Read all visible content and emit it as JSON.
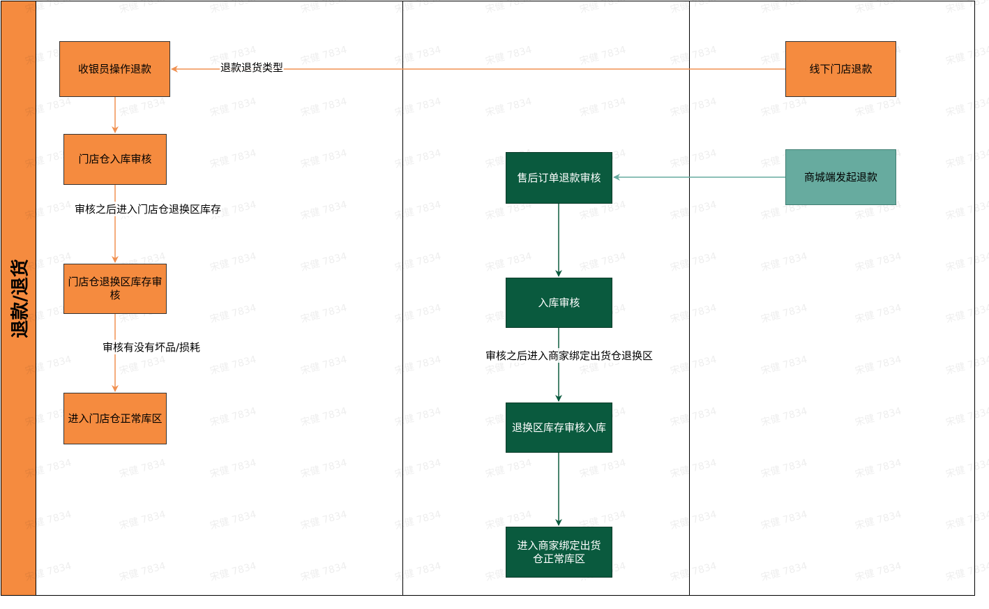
{
  "swimlane": {
    "title": "退款/退货",
    "color": "#F58B3F"
  },
  "watermark": "宋健 7834",
  "nodes": {
    "cashier_refund": "收银员操作退款",
    "offline_store_refund": "线下门店退款",
    "store_inbound_review": "门店仓入库审核",
    "store_exchange_stock_review": "门店仓退换区库存审核",
    "store_normal_area": "进入门店仓正常库区",
    "aftersale_refund_review": "售后订单退款审核",
    "mall_initiate_refund": "商城端发起退款",
    "inbound_review": "入库审核",
    "exchange_stock_review_inbound": "退换区库存审核入库",
    "merchant_normal_area": "进入商家绑定出货仓正常库区"
  },
  "edge_labels": {
    "refund_type": "退款退货类型",
    "after_review_store_exchange": "审核之后进入门店仓退换区库存",
    "check_damage": "审核有没有坏品/损耗",
    "after_review_merchant_exchange": "审核之后进入商家绑定出货仓退换区"
  },
  "colors": {
    "orange": "#F58B3F",
    "dark_green": "#0A5A3E",
    "teal": "#67AB9F",
    "orange_edge": "#F09050",
    "dark_edge": "#0A5A3E",
    "teal_edge": "#67AB9F"
  }
}
